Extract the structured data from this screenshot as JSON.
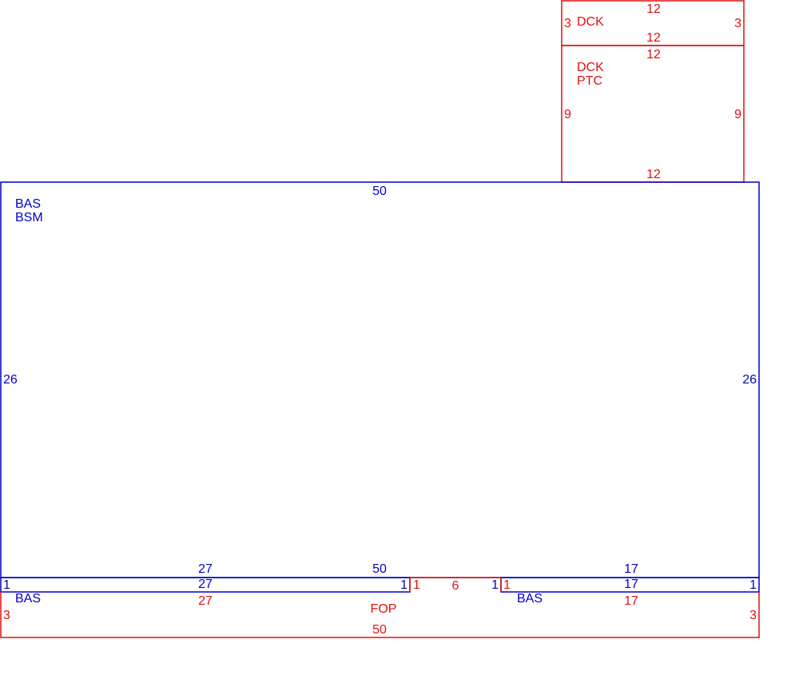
{
  "colors": {
    "blue": "#0000c8",
    "red": "#e01010"
  },
  "dck": {
    "name": "DCK",
    "top": "12",
    "bottom": "12",
    "left": "3",
    "right": "3"
  },
  "dck_ptc": {
    "name1": "DCK",
    "name2": "PTC",
    "top": "12",
    "bottom": "12",
    "left": "9",
    "right": "9"
  },
  "bas_bsm": {
    "name1": "BAS",
    "name2": "BSM",
    "top": "50",
    "bottom": "50",
    "left": "26",
    "right": "26"
  },
  "bas_left": {
    "name": "BAS",
    "top": "27",
    "top_outer": "27",
    "left": "1",
    "right": "1"
  },
  "bas_right": {
    "name": "BAS",
    "top": "17",
    "top_outer": "17",
    "left": "1",
    "right": "1"
  },
  "fop": {
    "name": "FOP",
    "bottom": "50",
    "left": "3",
    "right": "3",
    "seg_left_top": "27",
    "seg_right_top": "17",
    "gap_left": "1",
    "gap_width": "6",
    "gap_right": "1"
  }
}
